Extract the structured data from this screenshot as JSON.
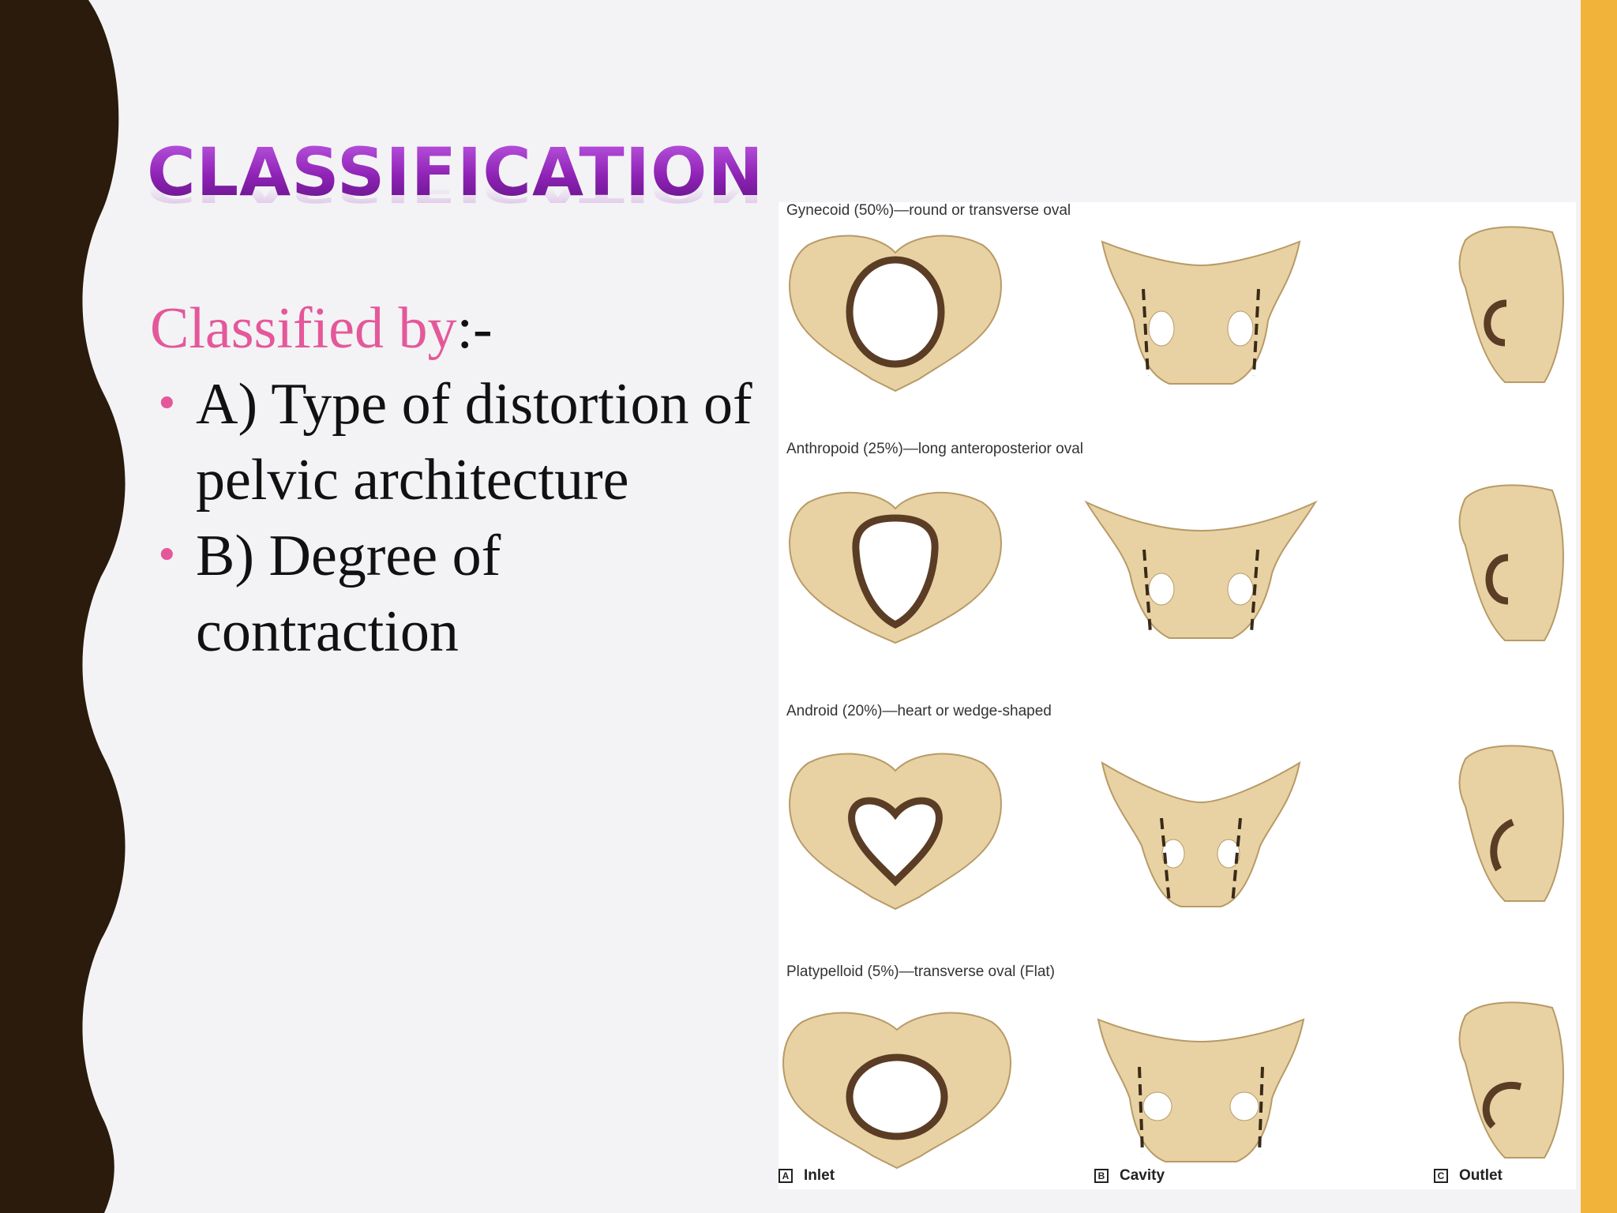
{
  "title": "CLASSIFICATION",
  "intro": {
    "highlight": "Classified by",
    "rest": ":-"
  },
  "bullets": [
    {
      "text": "A) Type of distortion of pelvic architecture"
    },
    {
      "text": "B) Degree of contraction"
    }
  ],
  "figure": {
    "rows": [
      {
        "label": "Gynecoid (50%)—round or transverse oval"
      },
      {
        "label": "Anthropoid (25%)—long anteroposterior oval"
      },
      {
        "label": "Android (20%)—heart or wedge-shaped"
      },
      {
        "label": "Platypelloid (5%)—transverse oval (Flat)"
      }
    ],
    "columns": [
      {
        "letter": "A",
        "label": "Inlet"
      },
      {
        "letter": "B",
        "label": "Cavity"
      },
      {
        "letter": "C",
        "label": "Outlet"
      }
    ]
  },
  "colors": {
    "wave": "#2a1b0c",
    "accent_bar": "#f2b33b",
    "title": "#8e22b5",
    "highlight": "#e4589a",
    "bone": "#e8d2a4",
    "bone_outline": "#b89a66",
    "inlet_ring": "#5a3d24"
  }
}
